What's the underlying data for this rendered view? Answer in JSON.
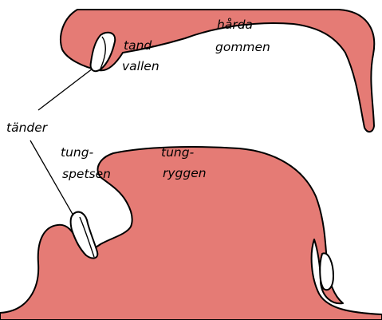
{
  "labels": {
    "tand_line1": "tand-",
    "tand_line2": "vallen",
    "harda_line1": "hårda",
    "harda_line2": "gommen",
    "tander": "tänder",
    "tungspets_line1": "tung-",
    "tungspets_line2": "spetsen",
    "tungrygg_line1": "tung-",
    "tungrygg_line2": "ryggen"
  },
  "colors": {
    "tissue": "#e57b75",
    "outline": "#000000",
    "tooth": "#ffffff",
    "background": "#ffffff"
  }
}
